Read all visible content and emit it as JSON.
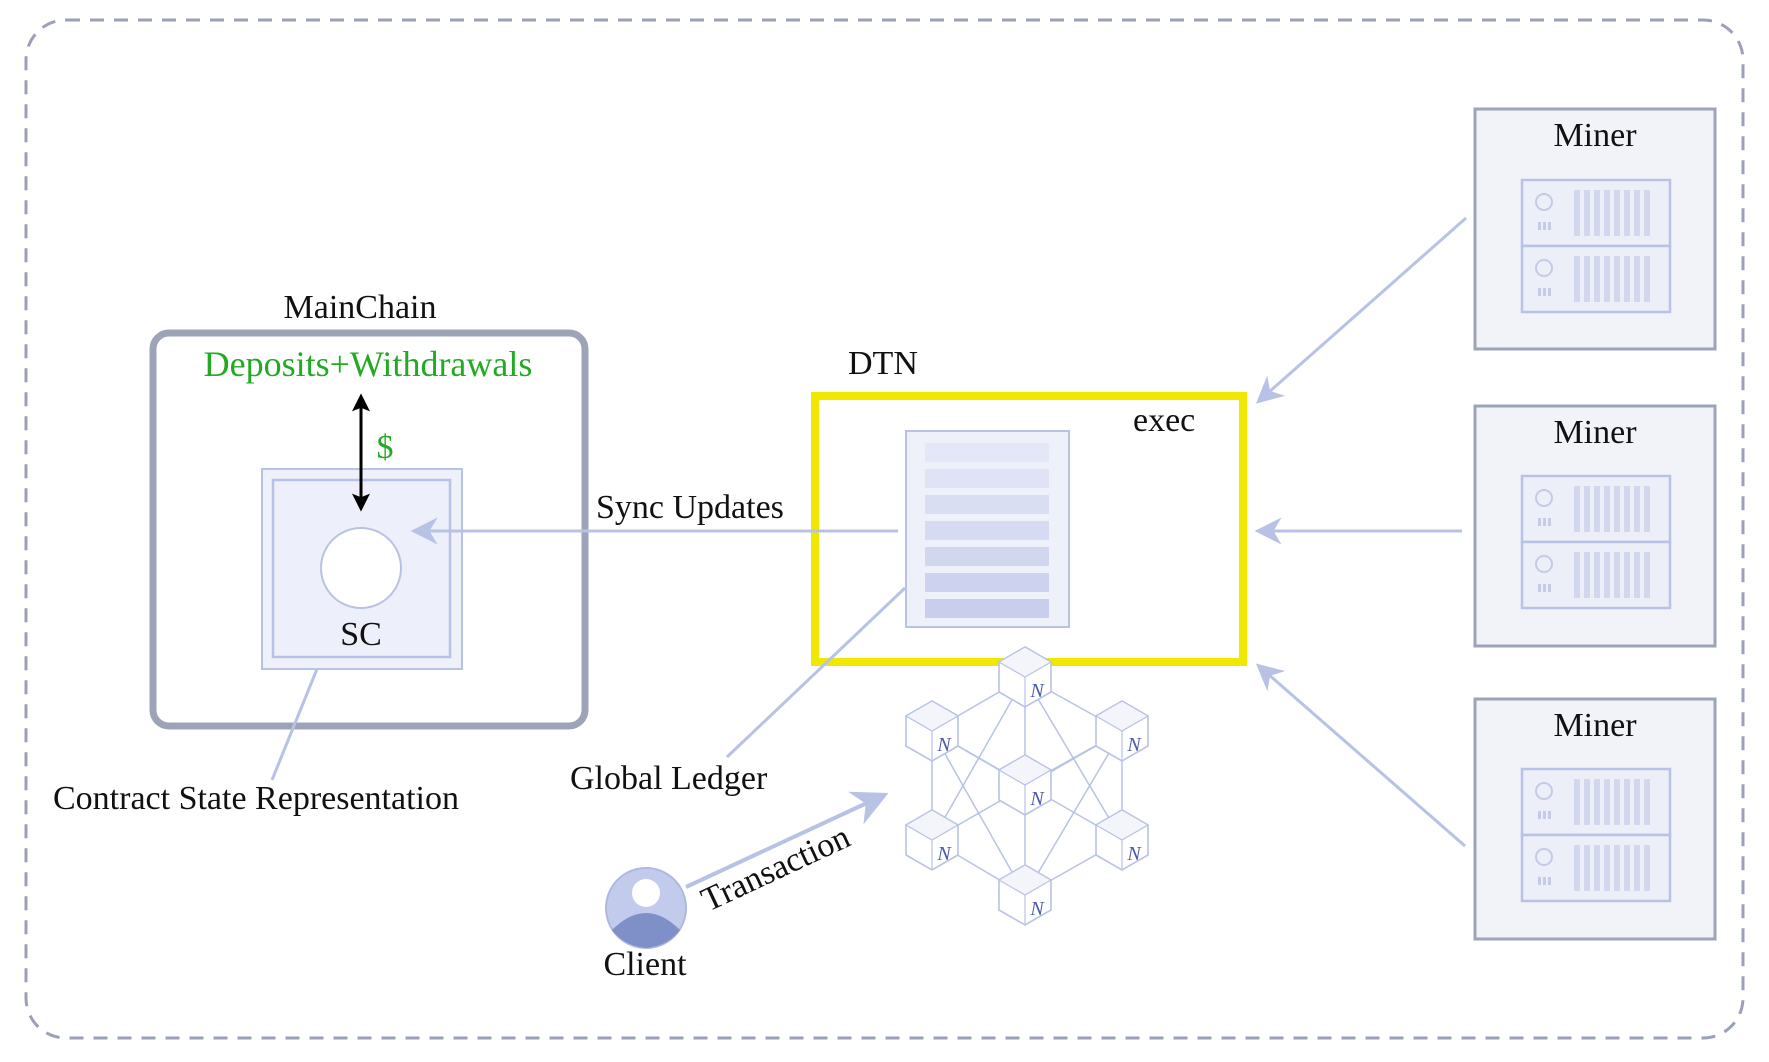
{
  "labels": {
    "mainchain": "MainChain",
    "deposits": "Deposits+Withdrawals",
    "dollar": "$",
    "sc": "SC",
    "contract_state": "Contract State Representation",
    "dtn": "DTN",
    "exec": "exec",
    "sync_updates": "Sync Updates",
    "global_ledger": "Global Ledger",
    "transaction": "Transaction",
    "client": "Client"
  },
  "miners": [
    {
      "label": "Miner"
    },
    {
      "label": "Miner"
    },
    {
      "label": "Miner"
    }
  ],
  "network": {
    "node_letter": "N"
  },
  "colors": {
    "frame": "#9aa0b8",
    "mainchain_border": "#9ea4b8",
    "dtn_border": "#f0e800",
    "accent_blue": "#b8c2e4",
    "panel_fill": "#eef0fa",
    "green_text": "#22aa22",
    "miner_fill": "#f2f3f8",
    "miner_border": "#9ea4b8"
  },
  "icons": {
    "client": "user-avatar-icon",
    "server": "server-rack-icon",
    "node": "cube-node-icon",
    "ledger": "ledger-document-icon"
  }
}
